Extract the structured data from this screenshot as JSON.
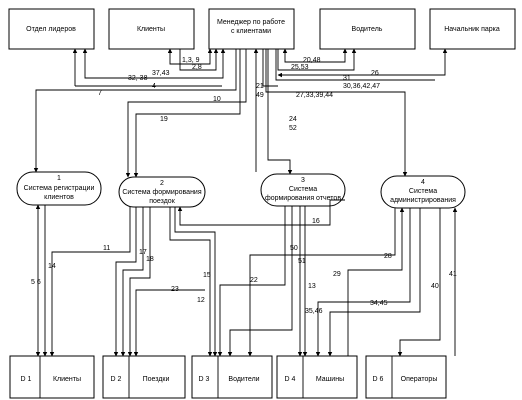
{
  "entities": {
    "sales": "Отдел лидеров",
    "clients": "Клиенты",
    "manager": [
      "Менеджер по работе",
      "с клиентами"
    ],
    "driver": "Водитель",
    "park_head": "Начальник парка"
  },
  "processes": [
    {
      "num": "1",
      "label": [
        "Система регистрации",
        "клиентов"
      ]
    },
    {
      "num": "2",
      "label": [
        "Система формирования",
        "поездок"
      ]
    },
    {
      "num": "3",
      "label": [
        "Система",
        "формирования отчетов"
      ]
    },
    {
      "num": "4",
      "label": [
        "Система",
        "администрирования"
      ]
    }
  ],
  "stores": [
    {
      "id": "D 1",
      "name": "Клиенты"
    },
    {
      "id": "D 2",
      "name": "Поездки"
    },
    {
      "id": "D 3",
      "name": "Водители"
    },
    {
      "id": "D 4",
      "name": "Машины"
    },
    {
      "id": "D 6",
      "name": "Операторы"
    }
  ],
  "flows": {
    "f_1_3_9": "1,3, 9",
    "f_2_8": "2,8",
    "f_37_43": "37,43",
    "f_32_38": "32, 38",
    "f_7": "7",
    "f_4": "4",
    "f_10": "10",
    "f_19": "19",
    "f_21_49": [
      "21",
      "49"
    ],
    "f_24_52": [
      "24",
      "52"
    ],
    "f_20_48": "20,48",
    "f_25_53": "25,53",
    "f_26": "26",
    "f_31": "31",
    "f_30_36": "30,36,42,47",
    "f_27_33": "27,33,39,44",
    "f_11": "11",
    "f_14": "14",
    "f_5_6": "5 6",
    "f_17": "17",
    "f_18": "18",
    "f_15": "15",
    "f_12": "12",
    "f_23": "23",
    "f_22": "22",
    "f_16": "16",
    "f_50": "50",
    "f_51": "51",
    "f_13": "13",
    "f_28": "28",
    "f_29": "29",
    "f_34_45": "34,45",
    "f_35_46": "35,46",
    "f_40": "40",
    "f_41": "41"
  }
}
